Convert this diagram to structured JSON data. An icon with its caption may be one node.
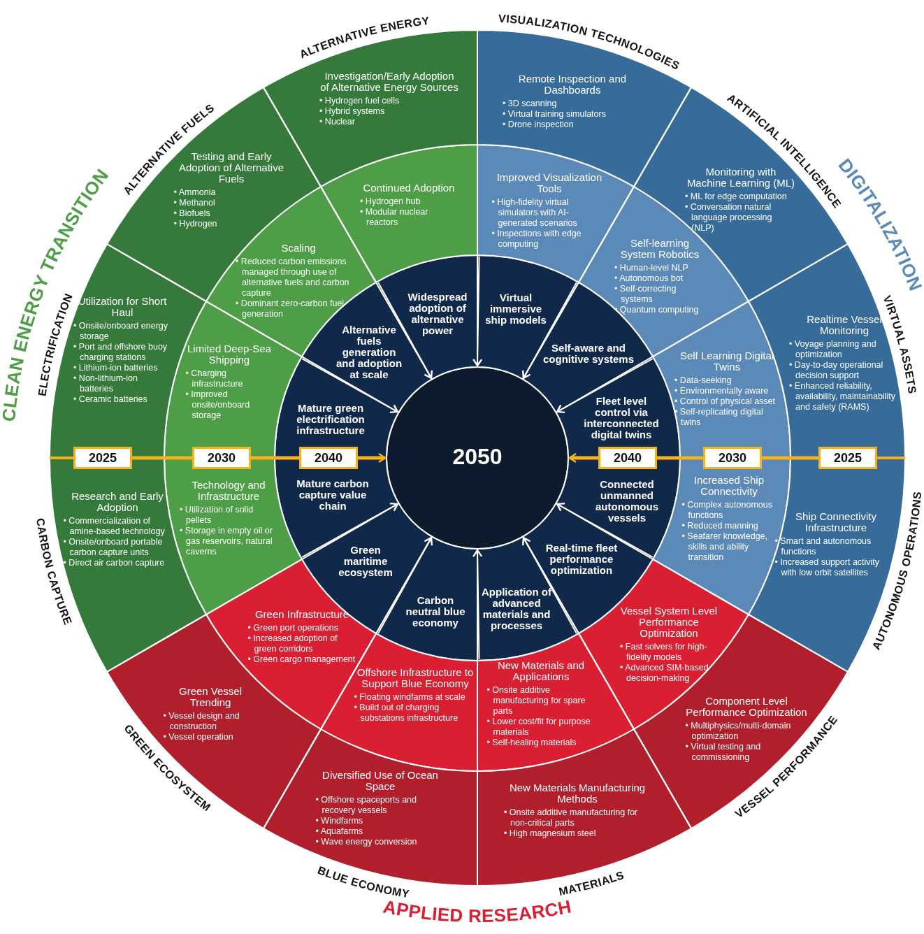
{
  "diagram": {
    "nodes": [
      {
        "text": [
          "2050"
        ]
      },
      {
        "text": [
          "Virtual immersive ship models"
        ]
      },
      {
        "text": [
          "Self-aware and cognitive systems"
        ]
      },
      {
        "text": [
          "Fleet level control via interconnected digital twins"
        ]
      },
      {
        "text": [
          "Connected unmanned autonomous vessels"
        ]
      },
      {
        "text": [
          "Real-time fleet performance optimization"
        ]
      },
      {
        "text": [
          "Application of advanced materials and processes"
        ]
      },
      {
        "text": [
          "Carbon neutral blue economy"
        ]
      },
      {
        "text": [
          "Green maritime ecosystem"
        ]
      },
      {
        "text": [
          "Mature carbon capture value chain"
        ]
      },
      {
        "text": [
          "Mature green electrification infrastructure"
        ]
      },
      {
        "text": [
          "Alternative fuels generation and adoption at scale"
        ]
      },
      {
        "text": [
          "Widespread adoption of alternative power"
        ]
      },
      {
        "text": [
          "Improved Visualization Tools",
          "• High-fidelity virtual simulators with AI-generated scenarios",
          "• Inspections with edge computing"
        ]
      },
      {
        "text": [
          "Self-learning System Robotics",
          "• Human-level NLP",
          "• Autonomous bot",
          "• Self-correcting systems",
          "• Quantum computing"
        ]
      },
      {
        "text": [
          "Self Learning Digital Twins",
          "• Data-seeking",
          "• Environmentally aware",
          "• Control of physical asset",
          "• Self-replicating digital twins"
        ]
      },
      {
        "text": [
          "Increased Ship Connectivity",
          "• Complex autonomous functions",
          "• Reduced manning",
          "• Seafarer knowledge, skills and ability transition"
        ]
      },
      {
        "text": [
          "Vessel System Level Performance Optimization",
          "• Fast solvers for high-fidelity models",
          "• Advanced SIM-based decision-making"
        ]
      },
      {
        "text": [
          "New Materials and Applications",
          "• Onsite additive manufacturing for spare parts",
          "• Lower cost/fit for purpose materials",
          "• Self-healing materials"
        ]
      },
      {
        "text": [
          "Offshore Infrastructure to Support Blue Economy",
          "• Floating windfarms at scale",
          "• Build out of charging substations infrastructure"
        ]
      },
      {
        "text": [
          "Green Infrastructure",
          "• Green port operations",
          "• Increased adoption of green corridors",
          "• Green cargo management"
        ]
      },
      {
        "text": [
          "Technology and Infrastructure",
          "• Utilization of solid pellets",
          "• Storage in empty oil or gas reservoirs, natural caverns"
        ]
      },
      {
        "text": [
          "Limited Deep-Sea Shipping",
          "• Charging infrastructure",
          "• Improved onsite/onboard storage"
        ]
      },
      {
        "text": [
          "Scaling",
          "• Reduced carbon emissions managed through use of alternative fuels and carbon capture",
          "• Dominant zero-carbon fuel generation"
        ]
      },
      {
        "text": [
          "Continued Adoption",
          "• Hydrogen hub",
          "• Modular nuclear reactors"
        ]
      },
      {
        "text": [
          "Remote Inspection and Dashboards",
          "• 3D scanning",
          "• Virtual training simulators",
          "• Drone inspection"
        ],
        "beside": [
          "VISUALIZATION TECHNOLOGIES"
        ]
      },
      {
        "text": [
          "Monitoring with Machine Learning (ML)",
          "• ML for edge computation",
          "• Conversation natural language processing (NLP)"
        ],
        "beside": [
          "ARTIFICIAL INTELLIGENCE"
        ]
      },
      {
        "text": [
          "Realtime Vessel Monitoring",
          "• Voyage planning and optimization",
          "• Day-to-day operational decision support",
          "• Enhanced reliability, availability, maintainability and safety (RAMS)"
        ],
        "beside": [
          "VIRTUAL ASSETS"
        ]
      },
      {
        "text": [
          "Ship Connectivity Infrastructure",
          "• Smart and autonomous functions",
          "• Increased support activity with low orbit satellites"
        ],
        "beside": [
          "AUTONOMOUS OPERATIONS"
        ]
      },
      {
        "text": [
          "Component Level Performance Optimization",
          "• Multiphysics/multi-domain optimization",
          "• Virtual testing and commissioning"
        ],
        "beside": [
          "VESSEL PERFORMANCE"
        ]
      },
      {
        "text": [
          "New Materials Manufacturing Methods",
          "• Onsite additive manufacturing for non-critical parts",
          "• High magnesium steel"
        ],
        "beside": [
          "MATERIALS"
        ]
      },
      {
        "text": [
          "Diversified Use of Ocean Space",
          "• Offshore spaceports and recovery vessels",
          "• Windfarms",
          "• Aquafarms",
          "• Wave energy conversion"
        ],
        "beside": [
          "BLUE ECONOMY"
        ]
      },
      {
        "text": [
          "Green Vessel Trending",
          "• Vessel design and construction",
          "• Vessel operation"
        ],
        "beside": [
          "GREEN ECOSYSTEM"
        ]
      },
      {
        "text": [
          "Research and Early Adoption",
          "• Commercialization of amine-based technology",
          "• Onsite/onboard portable carbon capture units",
          "• Direct air carbon capture"
        ],
        "beside": [
          "CARBON CAPTURE"
        ]
      },
      {
        "text": [
          "Utilization for Short Haul",
          "• Onsite/onboard energy storage",
          "• Port and offshore buoy charging stations",
          "• Lithium-ion batteries",
          "• Non-lithium-ion batteries",
          "• Ceramic batteries"
        ],
        "beside": [
          "ELECTRIFICATION"
        ]
      },
      {
        "text": [
          "Testing and Early Adoption of Alternative Fuels",
          "• Ammonia",
          "• Methanol",
          "• Biofuels",
          "• Hydrogen"
        ],
        "beside": [
          "ALTERNATIVE FUELS"
        ]
      },
      {
        "text": [
          "Investigation/Early Adoption of Alternative Energy Sources",
          "• Hydrogen fuel cells",
          "• Hybrid systems",
          "• Nuclear"
        ],
        "beside": [
          "ALTERNATIVE ENERGY"
        ]
      },
      {
        "text": [
          "2025"
        ]
      },
      {
        "text": [
          "2030"
        ]
      },
      {
        "text": [
          "2040"
        ]
      },
      {
        "text": [
          "2040"
        ]
      },
      {
        "text": [
          "2030"
        ]
      },
      {
        "text": [
          "2025"
        ]
      }
    ],
    "edges": [
      {
        "from": 1,
        "to": 0,
        "arrow": "to"
      },
      {
        "from": 1,
        "to": 0,
        "arrow": "to"
      },
      {
        "from": 3,
        "to": 0,
        "arrow": "to"
      },
      {
        "from": 4,
        "to": 0,
        "arrow": "to"
      },
      {
        "from": 6,
        "to": 0,
        "arrow": "to"
      },
      {
        "from": 6,
        "to": 0,
        "arrow": "to"
      },
      {
        "from": 7,
        "to": 0,
        "arrow": "to"
      },
      {
        "from": 9,
        "to": 0,
        "arrow": "to"
      },
      {
        "from": 10,
        "to": 0,
        "arrow": "to"
      },
      {
        "from": 12,
        "to": 0,
        "arrow": "to"
      },
      {
        "from": 37,
        "to": 38,
        "arrow": "none",
        "style": "thick",
        "color": "#f5b21b"
      },
      {
        "from": 38,
        "to": 39,
        "arrow": "none",
        "style": "thick",
        "color": "#f5b21b"
      },
      {
        "from": 39,
        "to": 0,
        "arrow": "to",
        "style": "thick",
        "color": "#f5b21b"
      },
      {
        "from": 42,
        "to": 41,
        "arrow": "none",
        "style": "thick",
        "color": "#f5b21b"
      },
      {
        "from": 41,
        "to": 40,
        "arrow": "none",
        "style": "thick",
        "color": "#f5b21b"
      },
      {
        "from": 40,
        "to": 0,
        "arrow": "to",
        "style": "thick",
        "color": "#f5b21b"
      }
    ],
    "labels": [
      "CLEAN ENERGY TRANSITION",
      "DIGITALIZATION",
      "APPLIED RESEARCH"
    ]
  }
}
